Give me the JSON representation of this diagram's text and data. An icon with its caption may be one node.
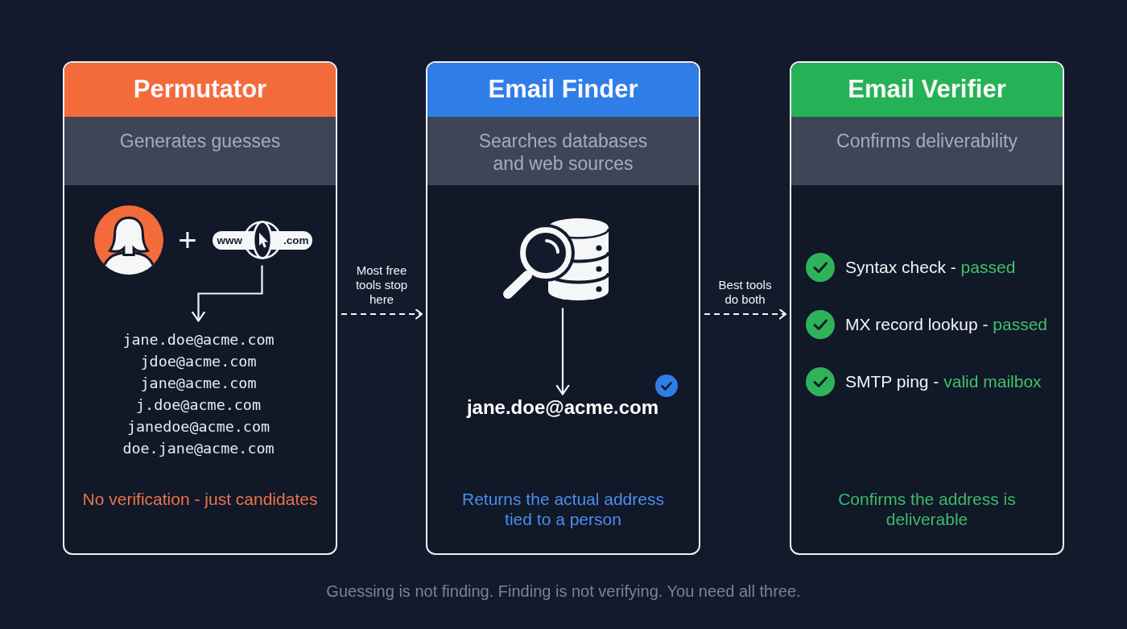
{
  "diagram": {
    "caption": "Guessing is not finding. Finding is not verifying. You need all three.",
    "nodes": [
      {
        "text": [
          "Permutator",
          "Generates guesses",
          "No verification - just candidates"
        ]
      },
      {
        "text": [
          "www",
          ".com"
        ],
        "in": 0
      },
      {
        "text": [
          "jane.doe@acme.com",
          "jdoe@acme.com",
          "jane@acme.com",
          "j.doe@acme.com",
          "janedoe@acme.com",
          "doe.jane@acme.com"
        ],
        "in": 0
      },
      {
        "text": [
          "Email Finder",
          "Searches databases and web sources",
          "Returns the actual address tied to a person"
        ]
      },
      {
        "text": [],
        "shape": "picture",
        "in": 3
      },
      {
        "text": [
          "jane.doe@acme.com"
        ],
        "in": 3
      },
      {
        "text": [
          "Email Verifier",
          "Confirms deliverability",
          "Confirms the address is deliverable"
        ]
      }
    ],
    "edges": [
      {
        "from": 1,
        "to": 2,
        "arrow": "to"
      },
      {
        "from": 0,
        "to": 3,
        "arrow": "to",
        "label": "Most free tools stop here",
        "style": "dashed"
      },
      {
        "from": 4,
        "to": 5,
        "arrow": "to"
      },
      {
        "from": 3,
        "to": 6,
        "arrow": "to",
        "label": "Best tools do both",
        "style": "dashed"
      }
    ],
    "labels": [
      "+",
      "Syntax check -",
      "passed",
      "MX record lookup -",
      "passed",
      "SMTP ping -",
      "valid mailbox"
    ]
  }
}
